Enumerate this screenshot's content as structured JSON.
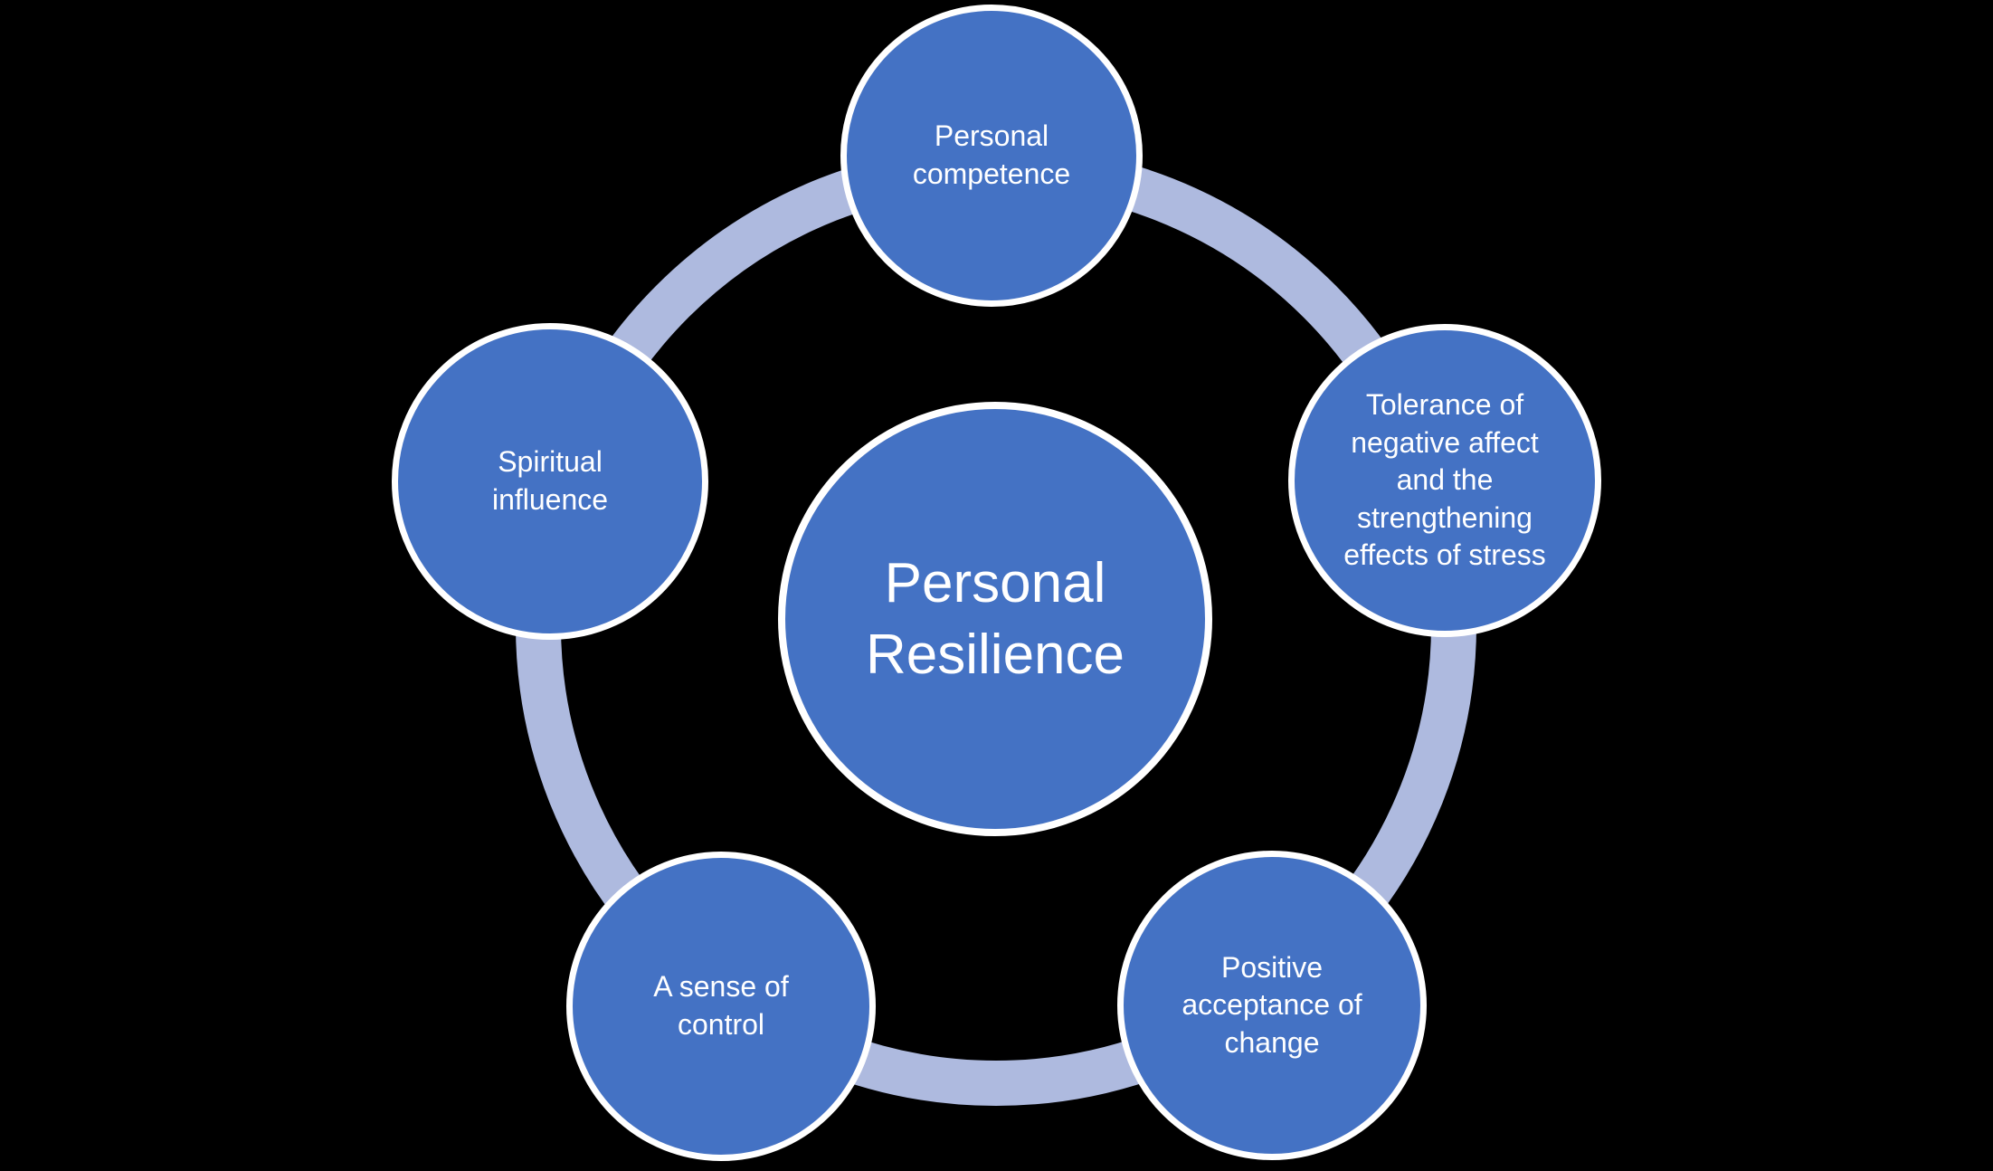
{
  "colors": {
    "background": "#000000",
    "node_fill": "#4472C4",
    "node_border": "#FFFFFF",
    "ring": "#AEBADF",
    "text": "#FFFFFF"
  },
  "diagram": {
    "type": "radial-cycle",
    "center": {
      "id": "personal-resilience",
      "label_lines": [
        "Personal",
        "Resilience"
      ]
    },
    "nodes": [
      {
        "id": "personal-competence",
        "position": "top",
        "label_lines": [
          "Personal",
          "competence"
        ]
      },
      {
        "id": "tolerance-of-negative-affect",
        "position": "right",
        "label_lines": [
          "Tolerance of",
          "negative affect",
          "and the",
          "strengthening",
          "effects of stress"
        ]
      },
      {
        "id": "positive-acceptance-of-change",
        "position": "bottom-right",
        "label_lines": [
          "Positive",
          "acceptance of",
          "change"
        ]
      },
      {
        "id": "a-sense-of-control",
        "position": "bottom-left",
        "label_lines": [
          "A sense of",
          "control"
        ]
      },
      {
        "id": "spiritual-influence",
        "position": "left",
        "label_lines": [
          "Spiritual",
          "influence"
        ]
      }
    ]
  }
}
